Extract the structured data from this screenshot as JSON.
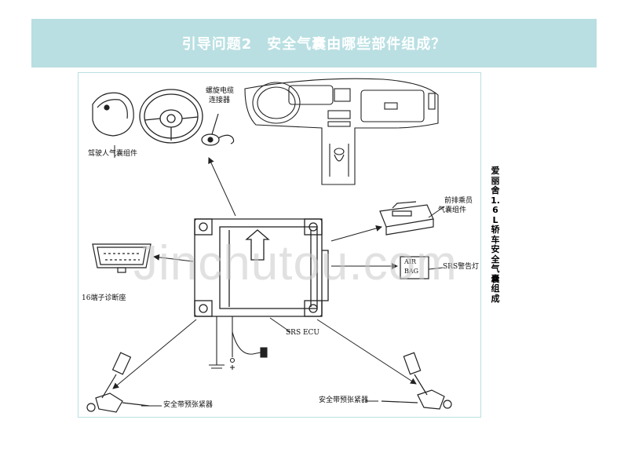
{
  "header": {
    "title": "引导问题2　安全气囊由哪些部件组成？"
  },
  "diagram": {
    "labels": {
      "driver_airbag": "驾驶人气囊组件",
      "clock_spring_line1": "螺旋电缆",
      "clock_spring_line2": "连接器",
      "passenger_airbag_line1": "前排乘员",
      "passenger_airbag_line2": "气囊组件",
      "dlc": "16端子诊断座",
      "warning_lamp": "SRS警告灯",
      "lamp_text_line1": "AIR",
      "lamp_text_line2": "BAG",
      "ecu": "SRS ECU",
      "pretensioner_left": "安全带预张紧器",
      "pretensioner_right": "安全带预张紧器"
    }
  },
  "side_caption": "爱丽舍1.6L轿车安全气囊组成",
  "watermark": "Jinchutou.com",
  "colors": {
    "title_bar": "#b9dfe2",
    "title_text": "#ffffff",
    "figure_border": "#b9dfe2"
  }
}
